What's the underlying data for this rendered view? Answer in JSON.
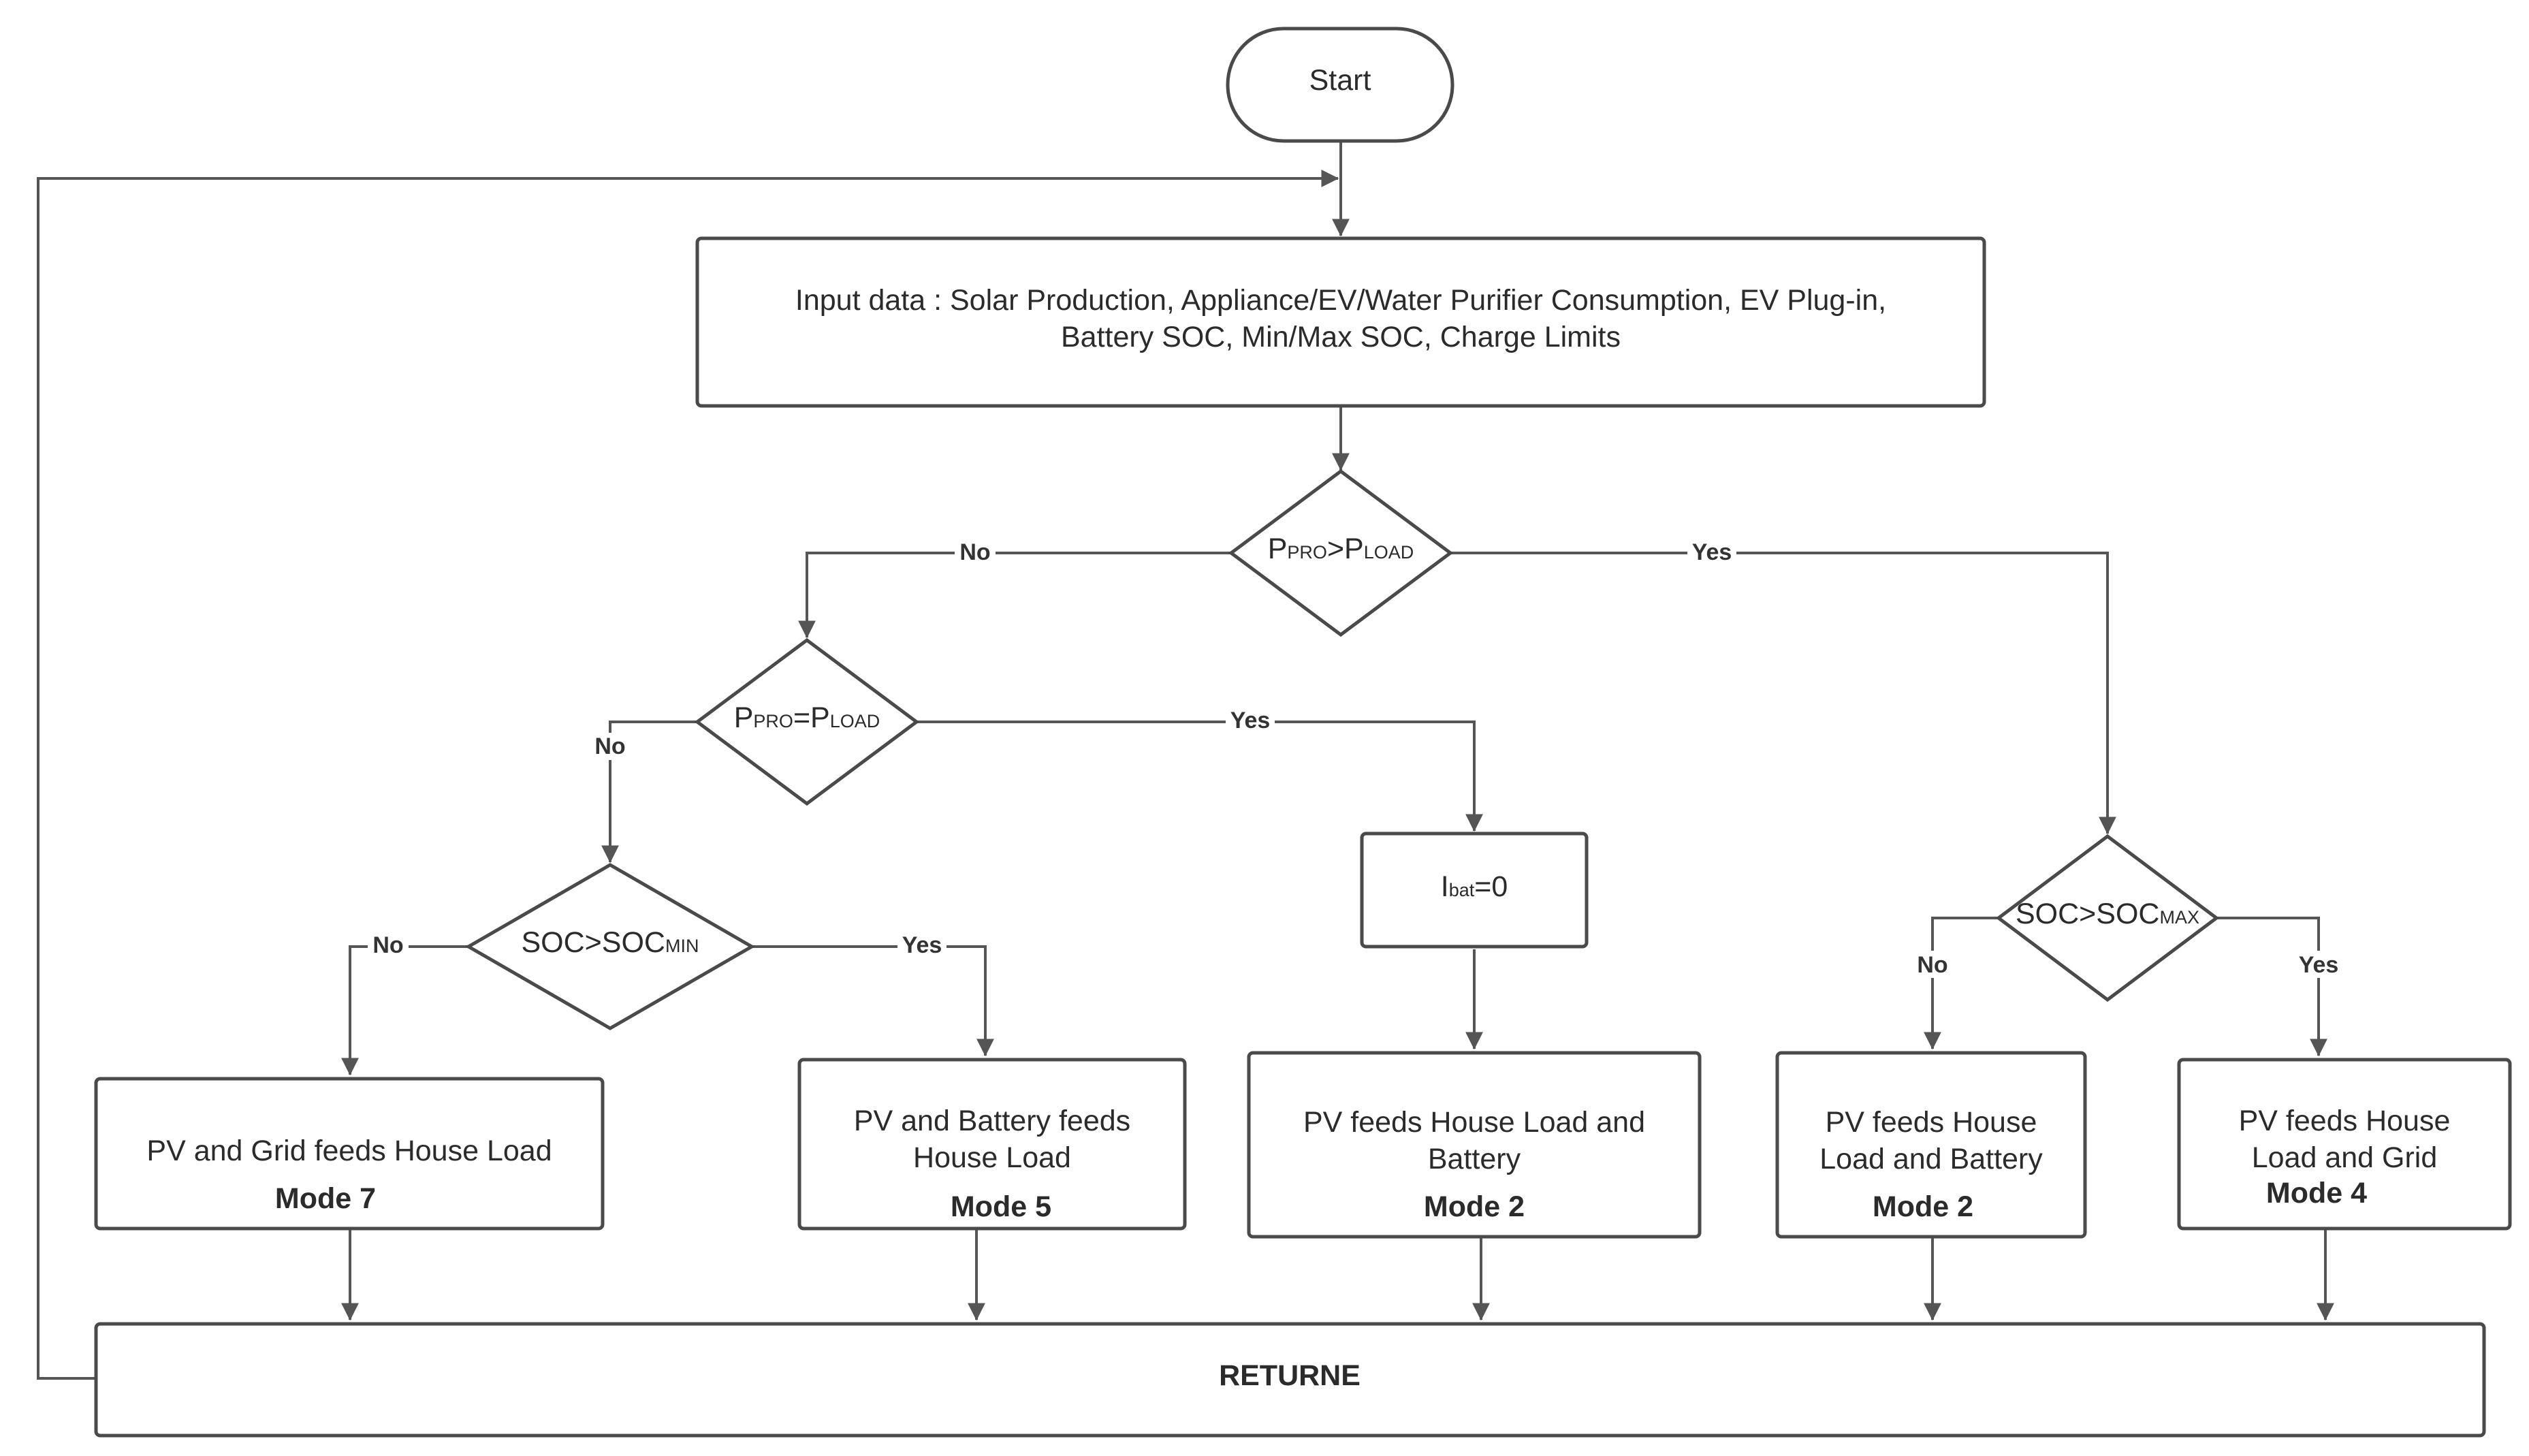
{
  "nodes": {
    "start": {
      "label": "Start"
    },
    "input": {
      "line1": "Input data : Solar Production, Appliance/EV/Water Purifier Consumption, EV Plug-in,",
      "line2": "Battery SOC, Min/Max SOC, Charge Limits"
    },
    "decision_ppro_gt": {
      "main1": "P",
      "sub1": "PRO",
      "op": ">P",
      "sub2": "LOAD"
    },
    "decision_ppro_eq": {
      "main1": "P",
      "sub1": "PRO",
      "op": "=P",
      "sub2": "LOAD"
    },
    "decision_soc_min": {
      "main": "SOC>SOC",
      "sub": "MIN"
    },
    "decision_soc_max": {
      "main": "SOC>SOC",
      "sub": "MAX"
    },
    "ibat": {
      "main": "I",
      "sub": "bat",
      "rest": "=0"
    },
    "mode7": {
      "text": "PV and Grid feeds House Load",
      "mode": "Mode 7"
    },
    "mode5": {
      "line1": "PV and Battery feeds",
      "line2": "House Load",
      "mode": "Mode 5"
    },
    "mode2a": {
      "line1": "PV feeds House Load and",
      "line2": "Battery",
      "mode": "Mode 2"
    },
    "mode2b": {
      "line1": "PV feeds House",
      "line2": "Load and Battery",
      "mode": "Mode 2"
    },
    "mode4": {
      "line1": "PV feeds House",
      "line2": "Load and Grid",
      "mode": "Mode 4"
    },
    "return": {
      "label": "RETURNE"
    }
  },
  "edges": {
    "ppro_gt_no": "No",
    "ppro_gt_yes": "Yes",
    "ppro_eq_no": "No",
    "ppro_eq_yes": "Yes",
    "soc_min_no": "No",
    "soc_min_yes": "Yes",
    "soc_max_no": "No",
    "soc_max_yes": "Yes"
  },
  "colors": {
    "stroke": "#4a4a4a",
    "line": "#555555",
    "text": "#2b2b2b",
    "background": "#ffffff"
  }
}
